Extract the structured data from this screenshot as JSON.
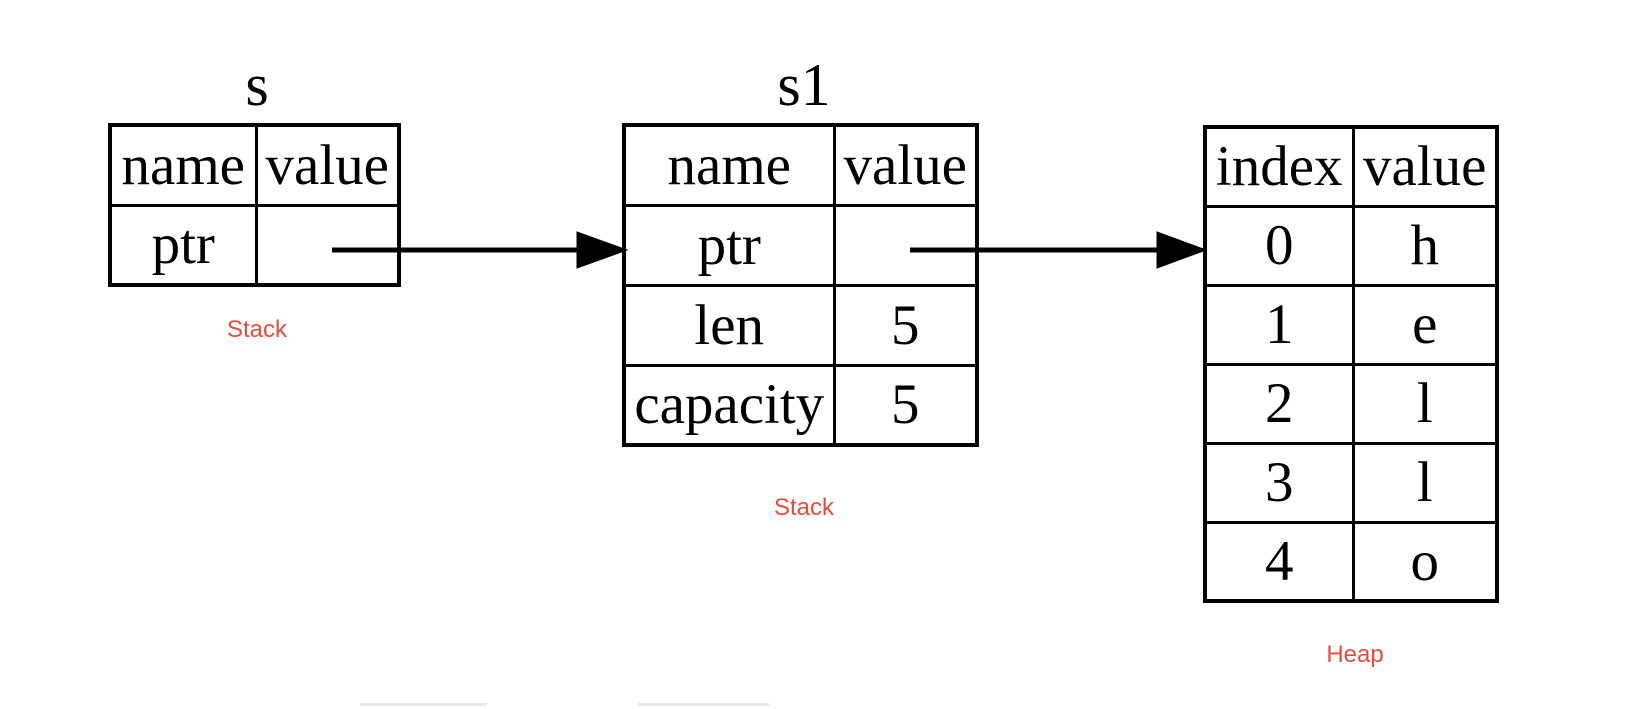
{
  "tables": {
    "s": {
      "title": "s",
      "headers": [
        "name",
        "value"
      ],
      "rows": [
        [
          "ptr",
          ""
        ]
      ],
      "region": "Stack"
    },
    "s1": {
      "title": "s1",
      "headers": [
        "name",
        "value"
      ],
      "rows": [
        [
          "ptr",
          ""
        ],
        [
          "len",
          "5"
        ],
        [
          "capacity",
          "5"
        ]
      ],
      "region": "Stack"
    },
    "heap": {
      "headers": [
        "index",
        "value"
      ],
      "rows": [
        [
          "0",
          "h"
        ],
        [
          "1",
          "e"
        ],
        [
          "2",
          "l"
        ],
        [
          "3",
          "l"
        ],
        [
          "4",
          "o"
        ]
      ],
      "region": "Heap"
    }
  },
  "arrows": [
    {
      "name": "s-ptr-to-s1",
      "from": "s.ptr",
      "to": "s1"
    },
    {
      "name": "s1-ptr-to-heap",
      "from": "s1.ptr",
      "to": "heap.index0"
    }
  ],
  "colors": {
    "region_label": "#e74c3c",
    "ink": "#000000",
    "background": "#ffffff"
  }
}
